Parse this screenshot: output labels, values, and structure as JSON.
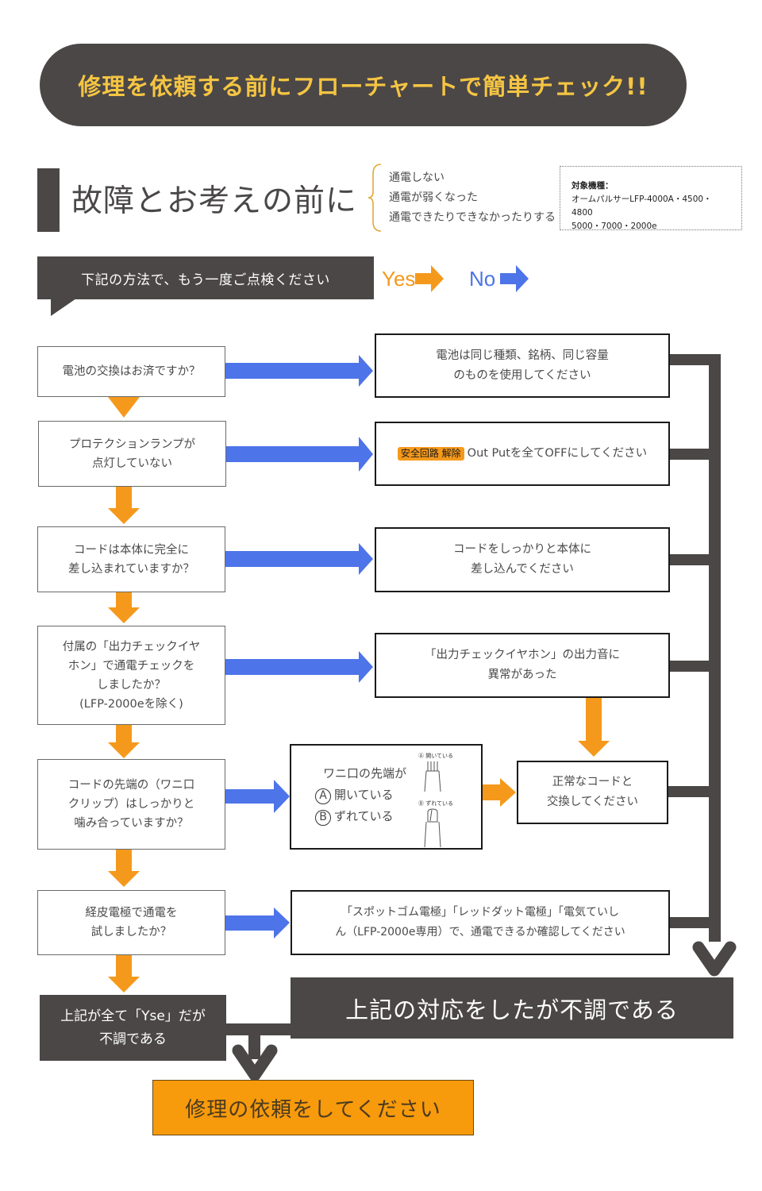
{
  "banner": {
    "title": "修理を依頼する前にフローチャートで簡単チェック!!"
  },
  "heading": {
    "title": "故障とお考えの前に",
    "symptoms": [
      "通電しない",
      "通電が弱くなった",
      "通電できたりできなかったりする"
    ]
  },
  "models": {
    "label": "対象機種：",
    "line1": "オームパルサーLFP-4000A・4500・4800",
    "line2": "5000・7000・2000e"
  },
  "instruction": {
    "text": "下記の方法で、もう一度ご点検ください"
  },
  "legend": {
    "yes": {
      "label": "Yes",
      "color": "#f5991c"
    },
    "no": {
      "label": "No",
      "color": "#4d74e8"
    }
  },
  "colors": {
    "dark": "#4b4747",
    "yes_orange": "#f5991c",
    "no_blue": "#4d74e8",
    "title_yellow": "#f5c542"
  },
  "questions": [
    {
      "lines": [
        "電池の交換はお済ですか？"
      ]
    },
    {
      "lines": [
        "プロテクションランプが",
        "点灯していない"
      ]
    },
    {
      "lines": [
        "コードは本体に完全に",
        "差し込まれていますか？"
      ]
    },
    {
      "lines": [
        "付属の「出力チェックイヤ",
        "ホン」で通電チェックを",
        "しましたか？",
        "(LFP-2000eを除く)"
      ]
    },
    {
      "lines": [
        "コードの先端の（ワニ口",
        "クリップ）はしっかりと",
        "噛み合っていますか？"
      ]
    },
    {
      "lines": [
        "経皮電極で通電を",
        "試しましたか？"
      ]
    }
  ],
  "answers": [
    {
      "lines": [
        "電池は同じ種類、銘柄、同じ容量",
        "のものを使用してください"
      ]
    },
    {
      "tag": "安全回路 解除",
      "text": "Out Putを全てOFFにしてください"
    },
    {
      "lines": [
        "コードをしっかりと本体に",
        "差し込んでください"
      ]
    },
    {
      "lines": [
        "「出力チェックイヤホン」の出力音に",
        "異常があった"
      ]
    },
    {
      "lines": [
        "「スポットゴム電極」「レッドダット電極」「電気ていし",
        "ん（LFP-2000e専用）で、通電できるか確認してください"
      ]
    }
  ],
  "wani": {
    "title": "ワニ口の先端が",
    "option_a_mark": "A",
    "option_a": "開いている",
    "option_b_mark": "B",
    "option_b": "ずれている",
    "fig_a_caption": "Ⓐ 開いている",
    "fig_b_caption": "Ⓑ ずれている"
  },
  "replace_cord": {
    "lines": [
      "正常なコードと",
      "交換してください"
    ]
  },
  "end_left": {
    "lines": [
      "上記が全て「Yse」だが",
      "不調である"
    ]
  },
  "end_right": {
    "text": "上記の対応をしたが不調である"
  },
  "final": {
    "text": "修理の依頼をしてください"
  }
}
